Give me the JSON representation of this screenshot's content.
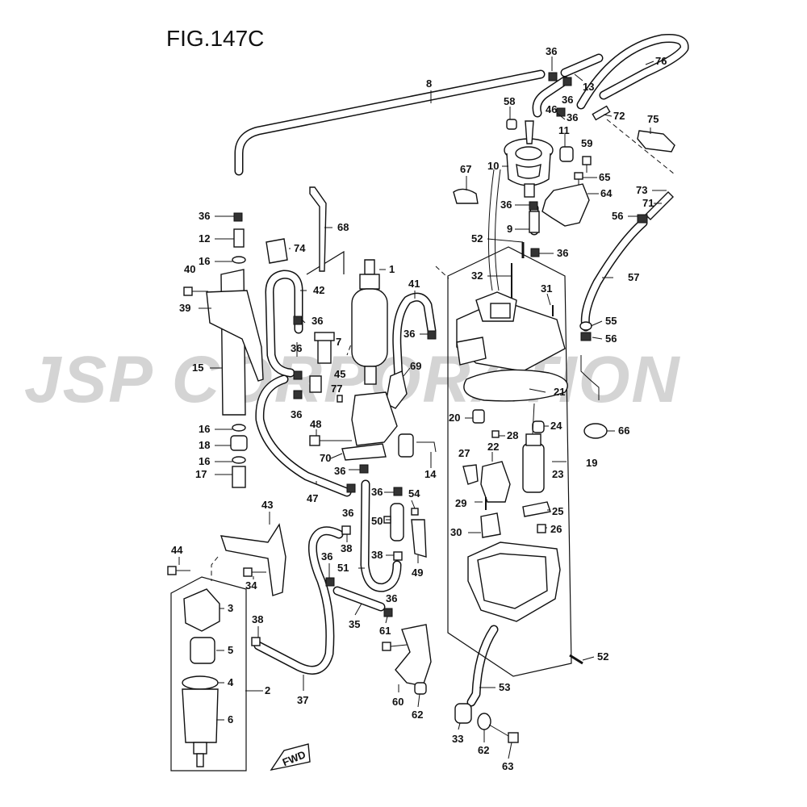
{
  "figure": {
    "title": "FIG.147C",
    "watermark": "JSP CORPORATION",
    "fwd_label": "FWD"
  },
  "callouts": [
    {
      "id": "c-8",
      "text": "8"
    },
    {
      "id": "c-36a",
      "text": "36"
    },
    {
      "id": "c-13",
      "text": "13"
    },
    {
      "id": "c-36b",
      "text": "36"
    },
    {
      "id": "c-76",
      "text": "76"
    },
    {
      "id": "c-58",
      "text": "58"
    },
    {
      "id": "c-46",
      "text": "46"
    },
    {
      "id": "c-36c",
      "text": "36"
    },
    {
      "id": "c-72",
      "text": "72"
    },
    {
      "id": "c-75",
      "text": "75"
    },
    {
      "id": "c-11",
      "text": "11"
    },
    {
      "id": "c-59",
      "text": "59"
    },
    {
      "id": "c-10",
      "text": "10"
    },
    {
      "id": "c-67",
      "text": "67"
    },
    {
      "id": "c-65",
      "text": "65"
    },
    {
      "id": "c-64",
      "text": "64"
    },
    {
      "id": "c-73",
      "text": "73"
    },
    {
      "id": "c-71",
      "text": "71"
    },
    {
      "id": "c-56a",
      "text": "56"
    },
    {
      "id": "c-36d",
      "text": "36"
    },
    {
      "id": "c-9",
      "text": "9"
    },
    {
      "id": "c-52a",
      "text": "52"
    },
    {
      "id": "c-36e",
      "text": "36"
    },
    {
      "id": "c-57",
      "text": "57"
    },
    {
      "id": "c-32",
      "text": "32"
    },
    {
      "id": "c-31",
      "text": "31"
    },
    {
      "id": "c-55",
      "text": "55"
    },
    {
      "id": "c-56b",
      "text": "56"
    },
    {
      "id": "c-36f",
      "text": "36"
    },
    {
      "id": "c-12",
      "text": "12"
    },
    {
      "id": "c-68",
      "text": "68"
    },
    {
      "id": "c-74",
      "text": "74"
    },
    {
      "id": "c-16a",
      "text": "16"
    },
    {
      "id": "c-1",
      "text": "1"
    },
    {
      "id": "c-40",
      "text": "40"
    },
    {
      "id": "c-42",
      "text": "42"
    },
    {
      "id": "c-41",
      "text": "41"
    },
    {
      "id": "c-39",
      "text": "39"
    },
    {
      "id": "c-36g",
      "text": "36"
    },
    {
      "id": "c-36h",
      "text": "36"
    },
    {
      "id": "c-7",
      "text": "7"
    },
    {
      "id": "c-36i",
      "text": "36"
    },
    {
      "id": "c-15",
      "text": "15"
    },
    {
      "id": "c-45",
      "text": "45"
    },
    {
      "id": "c-69",
      "text": "69"
    },
    {
      "id": "c-77",
      "text": "77"
    },
    {
      "id": "c-21",
      "text": "21"
    },
    {
      "id": "c-36j",
      "text": "36"
    },
    {
      "id": "c-20",
      "text": "20"
    },
    {
      "id": "c-24",
      "text": "24"
    },
    {
      "id": "c-16b",
      "text": "16"
    },
    {
      "id": "c-48",
      "text": "48"
    },
    {
      "id": "c-28",
      "text": "28"
    },
    {
      "id": "c-66",
      "text": "66"
    },
    {
      "id": "c-18",
      "text": "18"
    },
    {
      "id": "c-22",
      "text": "22"
    },
    {
      "id": "c-16c",
      "text": "16"
    },
    {
      "id": "c-70",
      "text": "70"
    },
    {
      "id": "c-27",
      "text": "27"
    },
    {
      "id": "c-19",
      "text": "19"
    },
    {
      "id": "c-17",
      "text": "17"
    },
    {
      "id": "c-36k",
      "text": "36"
    },
    {
      "id": "c-14",
      "text": "14"
    },
    {
      "id": "c-23",
      "text": "23"
    },
    {
      "id": "c-47",
      "text": "47"
    },
    {
      "id": "c-36l",
      "text": "36"
    },
    {
      "id": "c-54",
      "text": "54"
    },
    {
      "id": "c-29",
      "text": "29"
    },
    {
      "id": "c-36m",
      "text": "36"
    },
    {
      "id": "c-25",
      "text": "25"
    },
    {
      "id": "c-43",
      "text": "43"
    },
    {
      "id": "c-50",
      "text": "50"
    },
    {
      "id": "c-26",
      "text": "26"
    },
    {
      "id": "c-30",
      "text": "30"
    },
    {
      "id": "c-38a",
      "text": "38"
    },
    {
      "id": "c-44",
      "text": "44"
    },
    {
      "id": "c-36n",
      "text": "36"
    },
    {
      "id": "c-38b",
      "text": "38"
    },
    {
      "id": "c-51",
      "text": "51"
    },
    {
      "id": "c-49",
      "text": "49"
    },
    {
      "id": "c-34",
      "text": "34"
    },
    {
      "id": "c-3",
      "text": "3"
    },
    {
      "id": "c-36o",
      "text": "36"
    },
    {
      "id": "c-35",
      "text": "35"
    },
    {
      "id": "c-38c",
      "text": "38"
    },
    {
      "id": "c-61",
      "text": "61"
    },
    {
      "id": "c-5",
      "text": "5"
    },
    {
      "id": "c-52b",
      "text": "52"
    },
    {
      "id": "c-4",
      "text": "4"
    },
    {
      "id": "c-2",
      "text": "2"
    },
    {
      "id": "c-53",
      "text": "53"
    },
    {
      "id": "c-6",
      "text": "6"
    },
    {
      "id": "c-37",
      "text": "37"
    },
    {
      "id": "c-60",
      "text": "60"
    },
    {
      "id": "c-62a",
      "text": "62"
    },
    {
      "id": "c-33",
      "text": "33"
    },
    {
      "id": "c-62b",
      "text": "62"
    },
    {
      "id": "c-63",
      "text": "63"
    }
  ]
}
